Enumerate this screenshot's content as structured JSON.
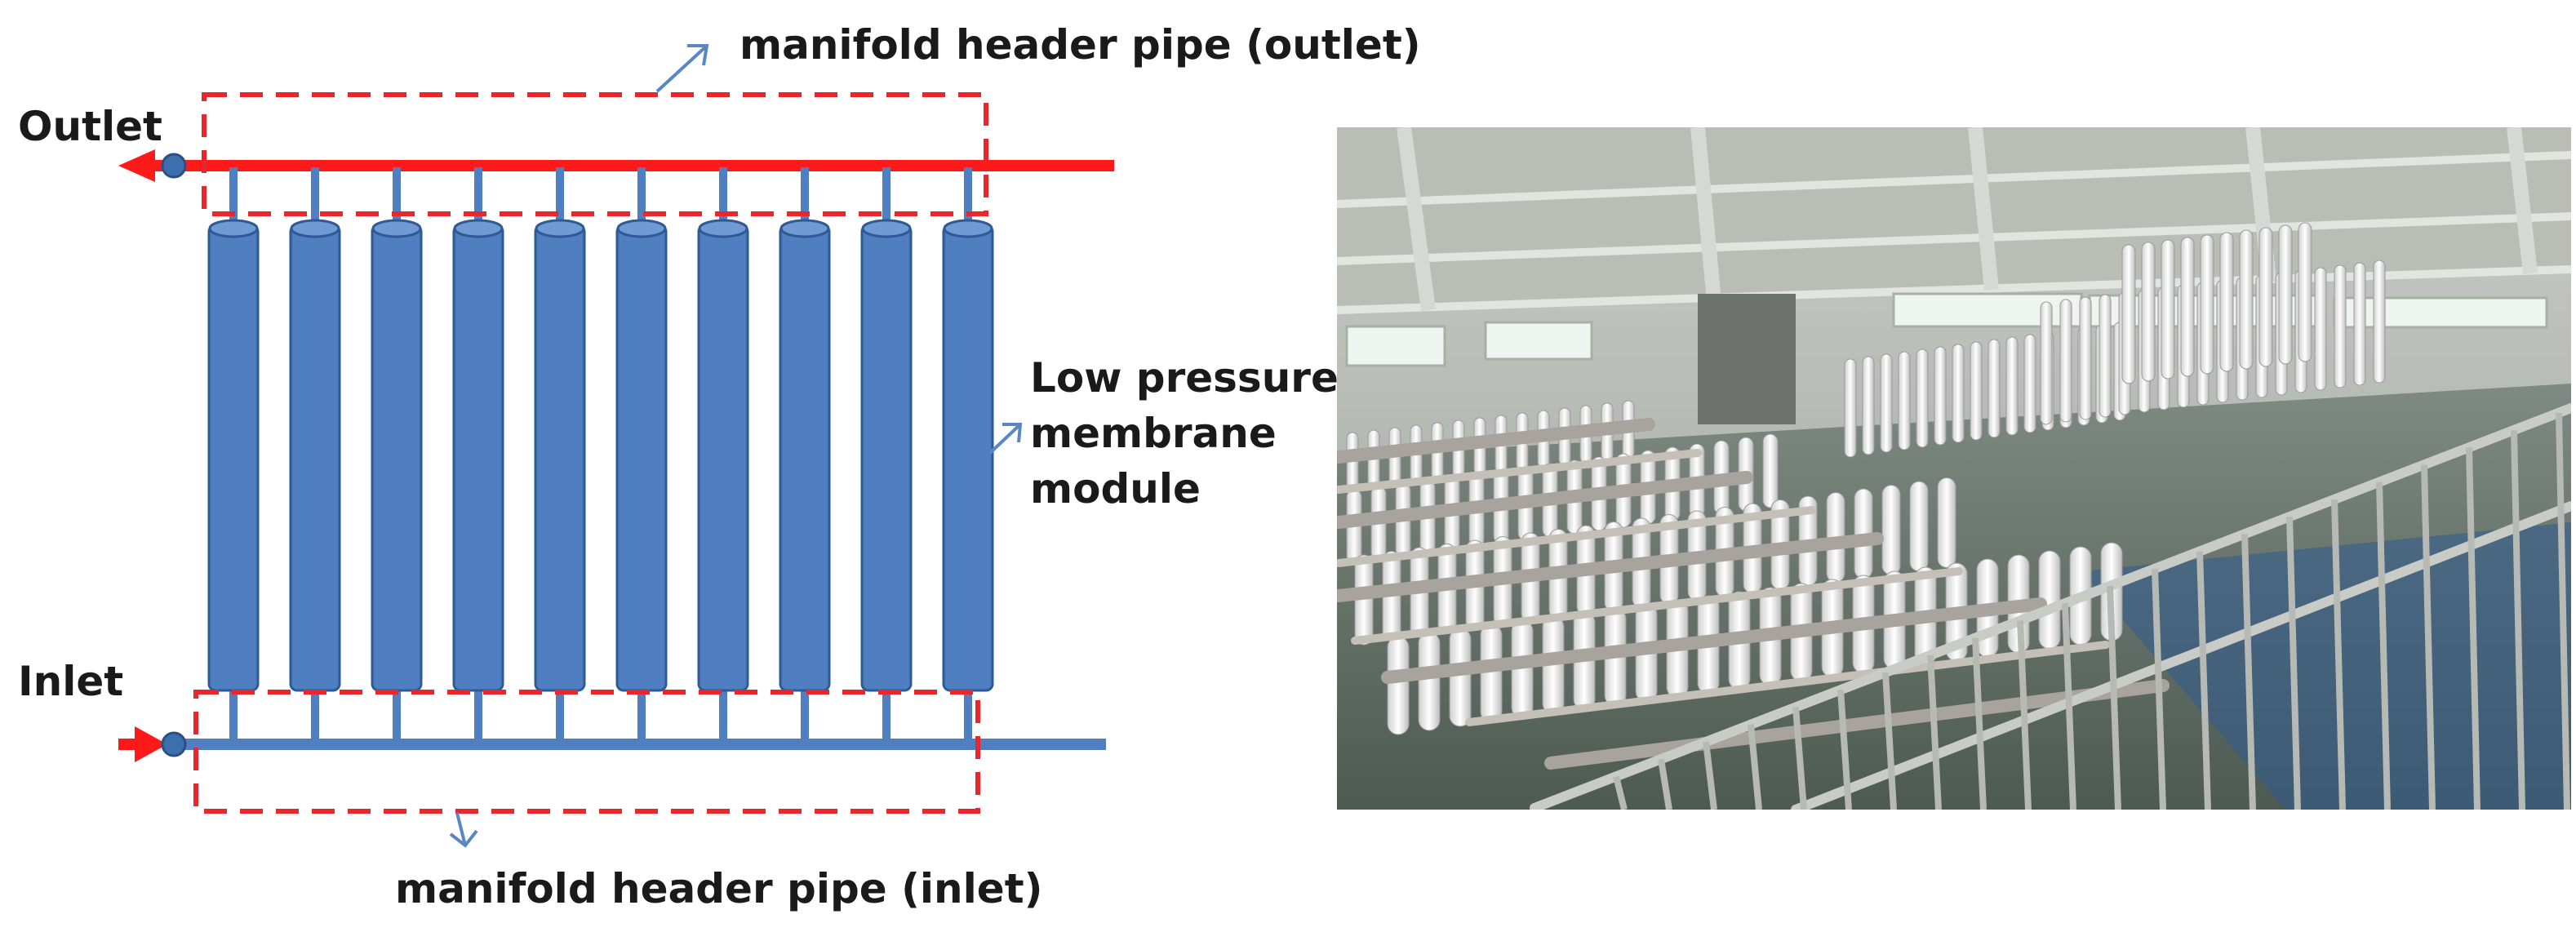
{
  "labels": {
    "outlet": "Outlet",
    "inlet": "Inlet",
    "outlet_header": "manifold header pipe (outlet)",
    "inlet_header": "manifold header pipe (inlet)",
    "module_line1": "Low pressure",
    "module_line2": "membrane",
    "module_line3": "module"
  },
  "diagram": {
    "module_count": 10
  },
  "colors": {
    "module_fill": "#4f7fc0",
    "module_stroke": "#2e5a96",
    "outlet_pipe": "#ff1a1a",
    "inlet_pipe": "#4f7fc0",
    "highlight_box": "#e8262b",
    "pointer_arrow": "#5a86c6",
    "valve_node": "#3d6fae"
  },
  "photo": {
    "subject": "membrane-plant-photo"
  }
}
